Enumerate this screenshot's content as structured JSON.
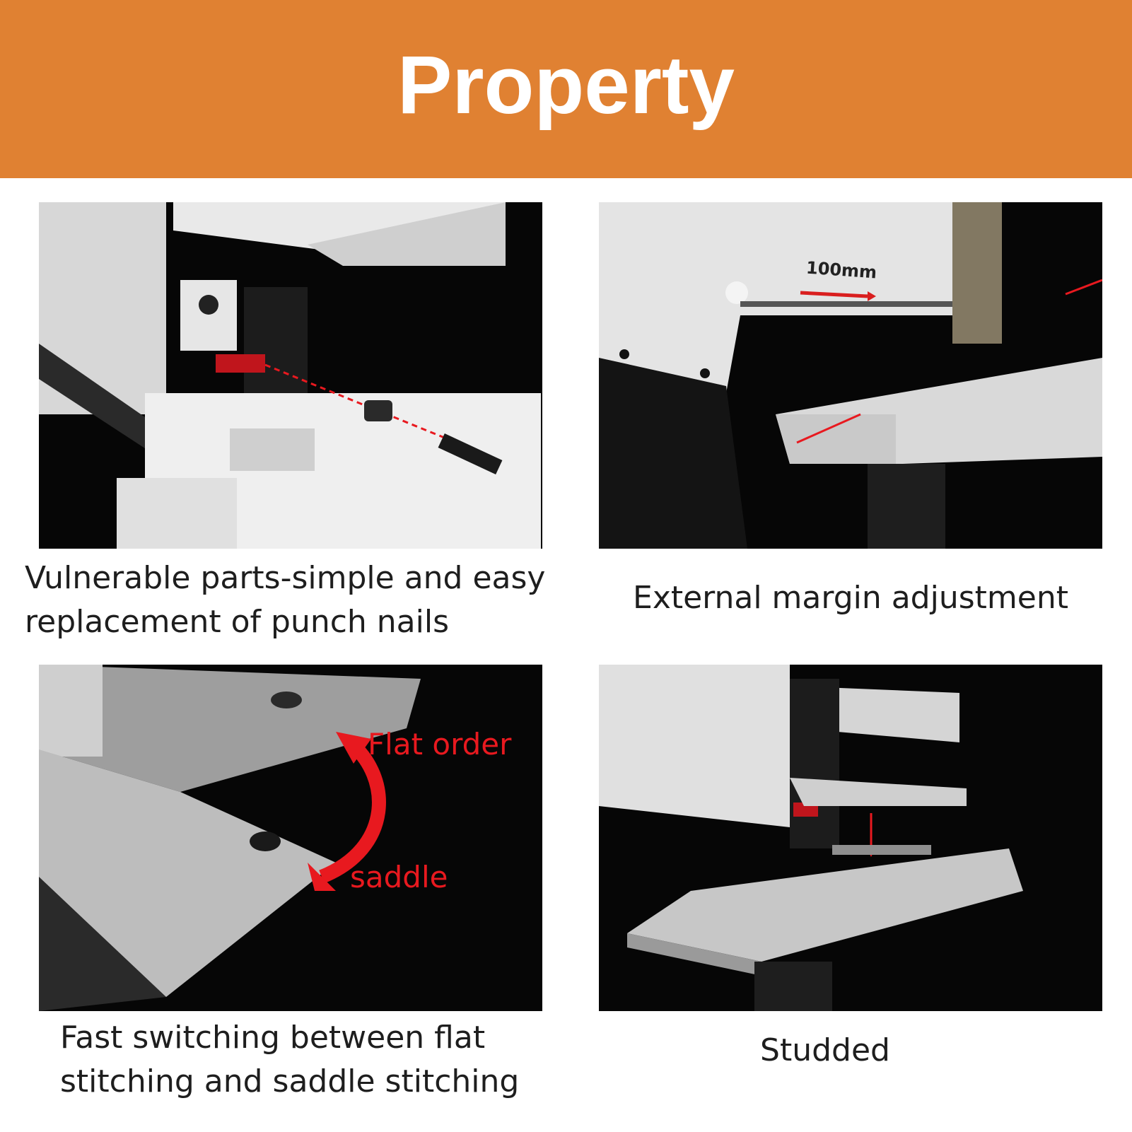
{
  "header": {
    "title": "Property",
    "background": "#e08132"
  },
  "features": [
    {
      "caption_lines": [
        "Vulnerable parts-simple and easy",
        "replacement of punch nails"
      ]
    },
    {
      "caption_lines": [
        "External margin adjustment"
      ],
      "dimension_label": "100mm"
    },
    {
      "caption_lines": [
        "Fast switching between flat",
        "stitching and saddle stitching"
      ],
      "callouts": [
        "Flat order",
        "saddle"
      ]
    },
    {
      "caption_lines": [
        "Studded"
      ]
    }
  ],
  "colors": {
    "accent": "#e8191f",
    "panel_bg": "#060606"
  }
}
